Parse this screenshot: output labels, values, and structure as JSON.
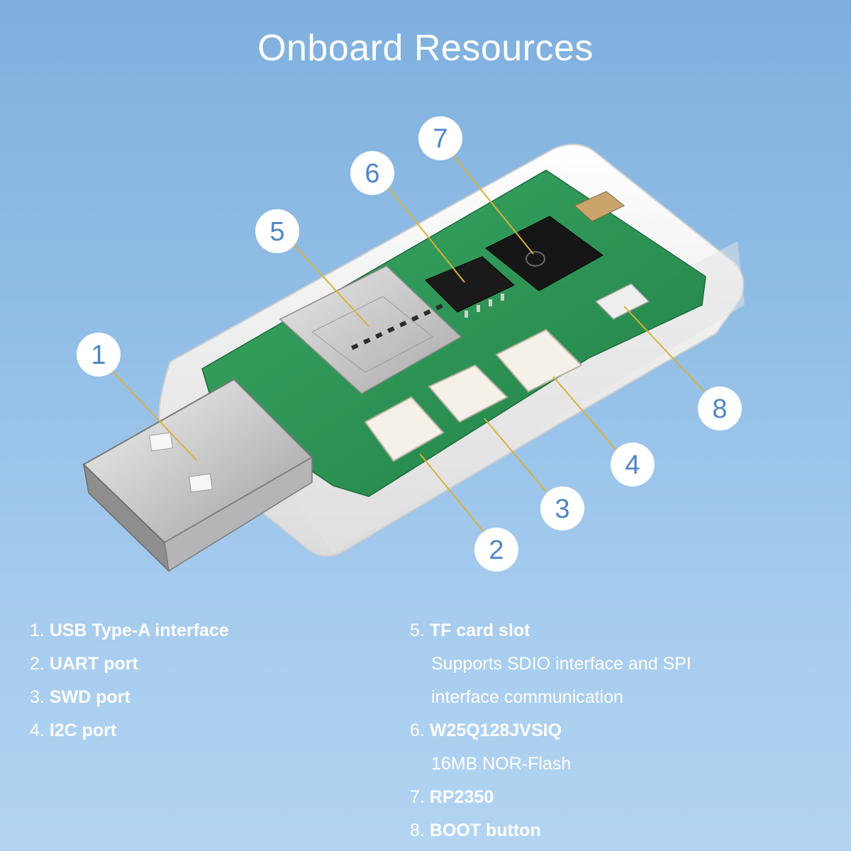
{
  "title": "Onboard Resources",
  "callouts": [
    "1",
    "2",
    "3",
    "4",
    "5",
    "6",
    "7",
    "8"
  ],
  "legend_left": [
    {
      "num": "1.",
      "label": "USB Type-A interface"
    },
    {
      "num": "2.",
      "label": "UART port"
    },
    {
      "num": "3.",
      "label": "SWD port"
    },
    {
      "num": "4.",
      "label": "I2C port"
    }
  ],
  "legend_right": [
    {
      "num": "5.",
      "label": "TF card slot",
      "desc": [
        "Supports SDIO interface and SPI",
        "interface communication"
      ]
    },
    {
      "num": "6.",
      "label": "W25Q128JVSIQ",
      "desc": [
        "16MB NOR-Flash"
      ]
    },
    {
      "num": "7.",
      "label": "RP2350",
      "desc": []
    },
    {
      "num": "8.",
      "label": "BOOT button",
      "desc": []
    }
  ],
  "colors": {
    "background_top": "#7fb0de",
    "background_bottom": "#b2d4f1",
    "callout_number": "#4d86c6",
    "leader_line": "#d9b13a",
    "pcb_green": "#2f9a57",
    "case_white": "#f4f4f4"
  }
}
